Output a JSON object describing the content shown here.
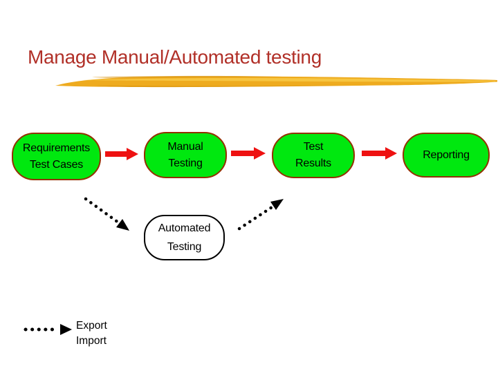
{
  "slide": {
    "title": "Manage Manual/Automated testing"
  },
  "colors": {
    "title": "#b13028",
    "node_green_fill": "#00e80f",
    "node_green_border": "#942f00",
    "node_white_fill": "#ffffff",
    "node_white_border": "#000000",
    "solid_arrow": "#ee1111",
    "dotted_arrow": "#000000",
    "brush_gold": "#eeab1f",
    "brush_gold_light": "#f7c844",
    "brush_gold_dark": "#d8930f"
  },
  "flow": {
    "nodes": [
      {
        "id": "requirements-test-cases",
        "lines": [
          "Requirements",
          "Test Cases"
        ]
      },
      {
        "id": "manual-testing",
        "lines": [
          "Manual",
          "Testing"
        ]
      },
      {
        "id": "test-results",
        "lines": [
          "Test",
          "Results"
        ]
      },
      {
        "id": "reporting",
        "lines": [
          "Reporting"
        ]
      },
      {
        "id": "automated-testing",
        "lines": [
          "Automated",
          "Testing"
        ]
      }
    ]
  },
  "legend": {
    "lines": [
      "Export",
      "Import"
    ]
  }
}
